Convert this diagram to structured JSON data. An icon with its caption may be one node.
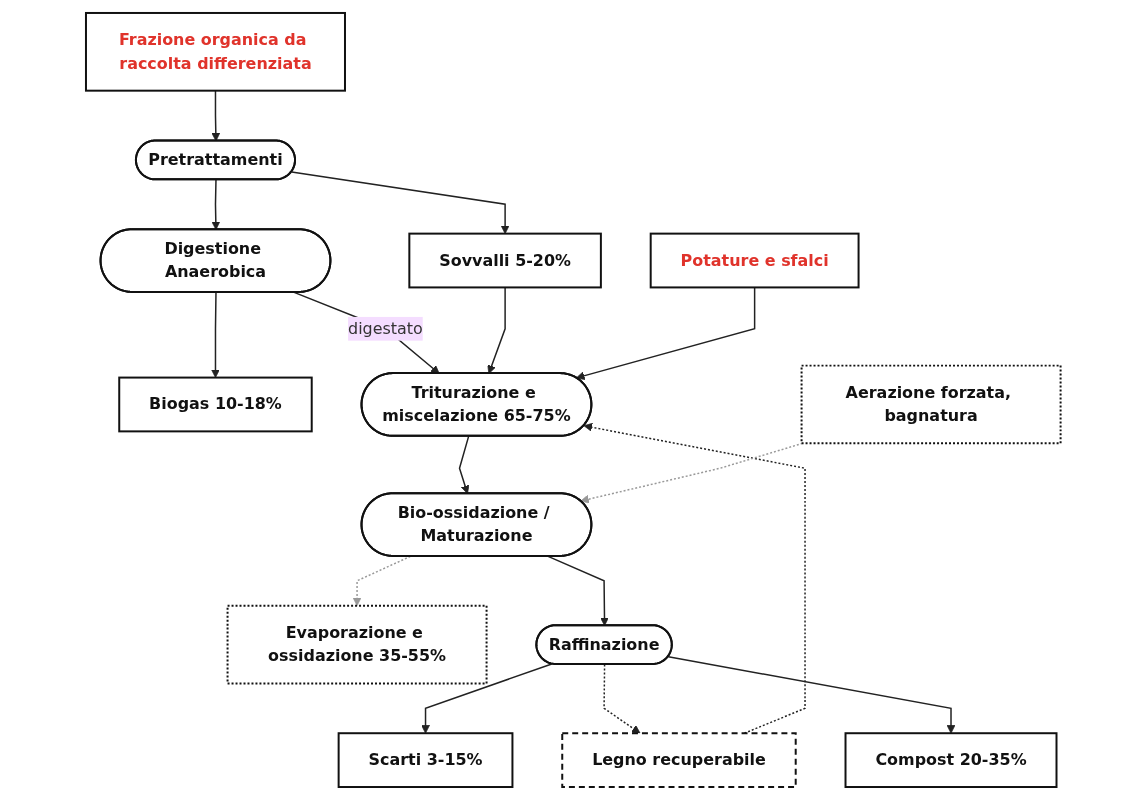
{
  "diagram": {
    "nodes": [
      {
        "text": [
          "Frazione organica da raccolta differenziata"
        ]
      },
      {
        "text": [
          "Pretrattamenti"
        ]
      },
      {
        "text": [
          "Sovvalli 5-20%"
        ]
      },
      {
        "text": [
          "Biogas 10-18%"
        ]
      },
      {
        "text": [
          "Digestione Anaerobica"
        ]
      },
      {
        "text": [
          "Potature e sfalci"
        ]
      },
      {
        "text": [
          "Triturazione e miscelazione 65-75%"
        ]
      },
      {
        "text": [
          "Evaporazione e ossidazione 35-55%"
        ]
      },
      {
        "text": [
          "Bio-ossidazione / Maturazione"
        ]
      },
      {
        "text": [
          "Aerazione forzata, bagnatura"
        ]
      },
      {
        "text": [
          "Scarti 3-15%"
        ]
      },
      {
        "text": [
          "Raffinazione"
        ]
      },
      {
        "text": [
          "Legno recuperabile"
        ]
      },
      {
        "text": [
          "Compost 20-35%"
        ]
      }
    ],
    "edges": [
      {
        "from": 0,
        "to": 1,
        "arrow": "to"
      },
      {
        "from": 1,
        "to": 2,
        "arrow": "to"
      },
      {
        "from": 1,
        "to": 4,
        "arrow": "to"
      },
      {
        "from": 4,
        "to": 3,
        "arrow": "to"
      },
      {
        "from": 4,
        "to": 6,
        "arrow": "to",
        "label": "digestato"
      },
      {
        "from": 2,
        "to": 6,
        "arrow": "to"
      },
      {
        "from": 5,
        "to": 6,
        "arrow": "to"
      },
      {
        "from": 12,
        "to": 6,
        "arrow": "to",
        "style": "dashed"
      },
      {
        "from": 6,
        "to": 8,
        "arrow": "to"
      },
      {
        "from": 8,
        "to": 7,
        "arrow": "to",
        "style": "dashed",
        "color": "#999999"
      },
      {
        "from": 9,
        "to": 8,
        "arrow": "to",
        "style": "dashed",
        "color": "#999999"
      },
      {
        "from": 8,
        "to": 11,
        "arrow": "to"
      },
      {
        "from": 11,
        "to": 10,
        "arrow": "to"
      },
      {
        "from": 11,
        "to": 12,
        "arrow": "to",
        "style": "dashed"
      },
      {
        "from": 11,
        "to": 13,
        "arrow": "to"
      }
    ]
  }
}
